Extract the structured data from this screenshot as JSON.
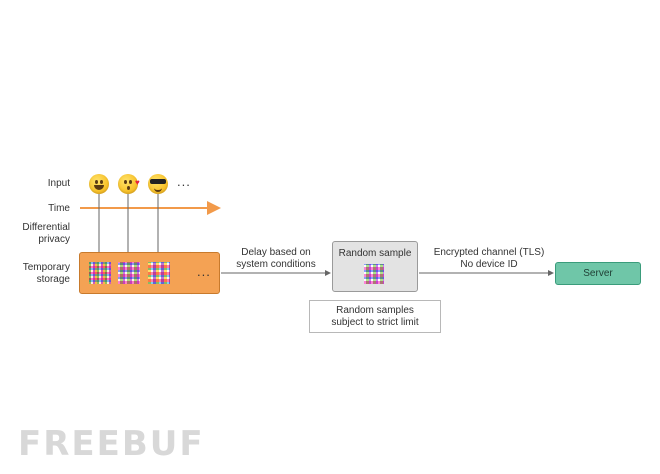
{
  "labels": {
    "input": "Input",
    "time": "Time",
    "differential_privacy_line1": "Differential",
    "differential_privacy_line2": "privacy",
    "temporary_storage_line1": "Temporary",
    "temporary_storage_line2": "storage"
  },
  "input_ellipsis": "...",
  "storage_ellipsis": "...",
  "emojis": [
    "grinning-face-icon",
    "face-blowing-kiss-icon",
    "smiling-face-sunglasses-icon"
  ],
  "delay": {
    "line1": "Delay based on",
    "line2": "system conditions"
  },
  "sample_box": {
    "title": "Random sample"
  },
  "note": {
    "line1": "Random samples",
    "line2": "subject to strict limit"
  },
  "channel": {
    "line1": "Encrypted channel (TLS)",
    "line2": "No device ID"
  },
  "server": {
    "label": "Server"
  },
  "watermark": "FREEBUF",
  "colors": {
    "time_arrow": "#f29a4a",
    "storage_fill": "#f4a254",
    "server_fill": "#6fc6a8",
    "sample_fill": "#e3e3e3"
  }
}
